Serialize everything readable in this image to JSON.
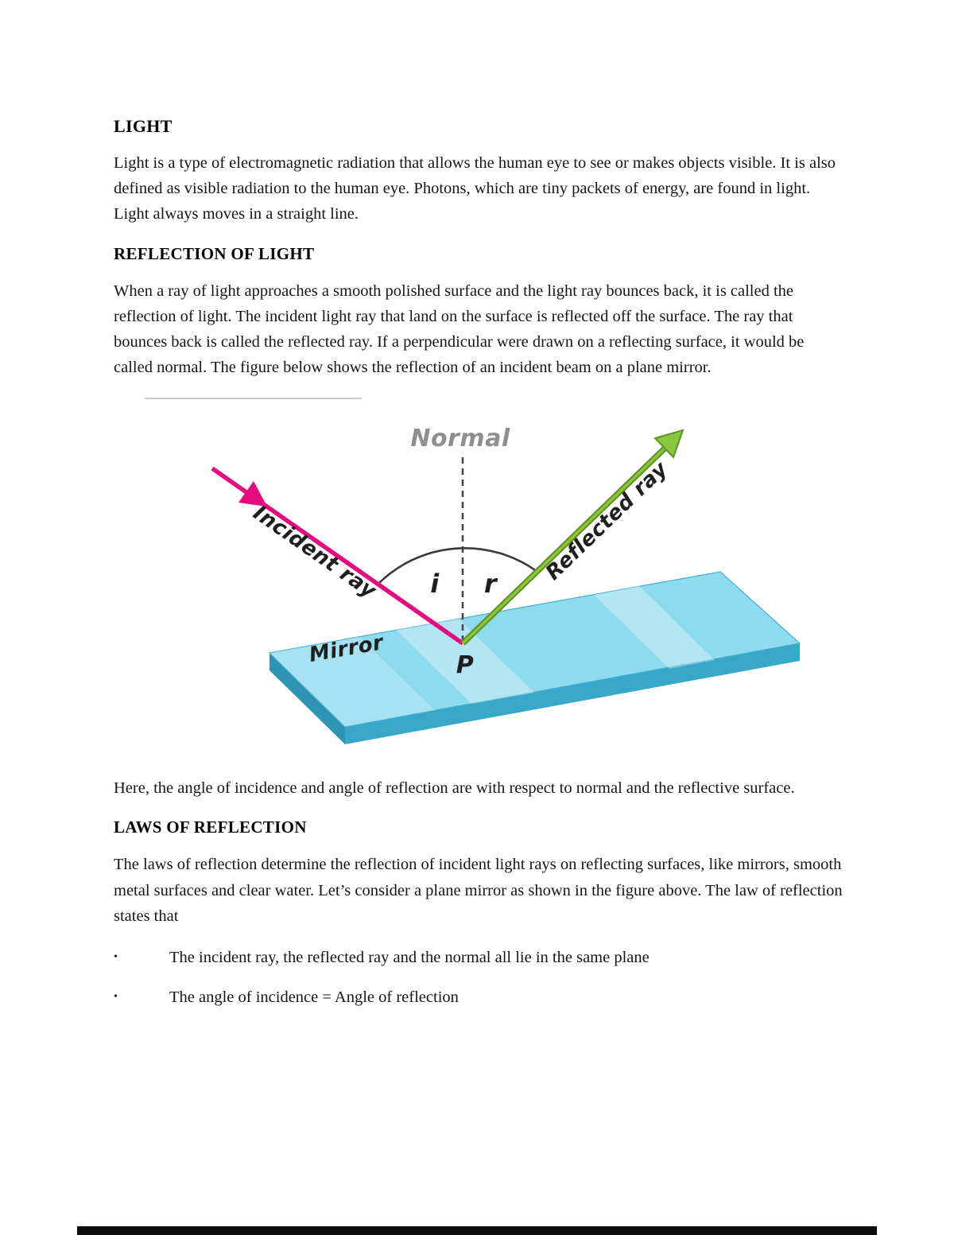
{
  "doc": {
    "title": "LIGHT",
    "intro": "Light is a type of electromagnetic radiation that allows the human eye to see or makes objects visible. It is also defined as visible radiation to the human eye. Photons, which are tiny packets of energy, are found in light. Light always moves in a straight line.",
    "reflection": {
      "heading": "REFLECTION OF LIGHT",
      "body": "When a ray of light approaches a smooth polished surface and the light ray bounces back, it is called the reflection of light. The incident light ray that land on the surface is reflected off the surface. The ray that bounces back is called the reflected ray. If a perpendicular were drawn on a reflecting surface, it would be called normal. The figure below shows the reflection of an incident beam on a plane mirror."
    },
    "after_figure": "Here, the angle of incidence and angle of reflection are with respect to normal and the reflective surface.",
    "laws": {
      "heading": "LAWS OF REFLECTION",
      "body": "The laws of reflection determine the reflection of incident light rays on reflecting surfaces, like mirrors, smooth metal surfaces and clear water. Let’s consider a plane mirror as shown in the figure above. The law of reflection states that",
      "bullet_char": "•",
      "bullets": [
        "The incident ray, the reflected ray and the normal all lie in the same plane",
        "The angle of incidence = Angle of reflection"
      ]
    }
  },
  "figure": {
    "labels": {
      "normal": "Normal",
      "incident_ray": "Incident ray",
      "reflected_ray": "Reflected ray",
      "mirror": "Mirror",
      "angle_incidence": "i",
      "angle_reflection": "r",
      "point": "P"
    },
    "colors": {
      "incident_ray": "#e50a7e",
      "reflected_ray_dark": "#5f9420",
      "reflected_ray_light": "#8cc63f",
      "mirror_top": "#8edaee",
      "mirror_front": "#38a8c8",
      "mirror_side": "#2d94b4",
      "normal_line": "#4a4258",
      "arc_stroke": "#3a3a3a",
      "label_dark": "#1f1f1f",
      "label_gray": "#8f8f8f"
    }
  }
}
